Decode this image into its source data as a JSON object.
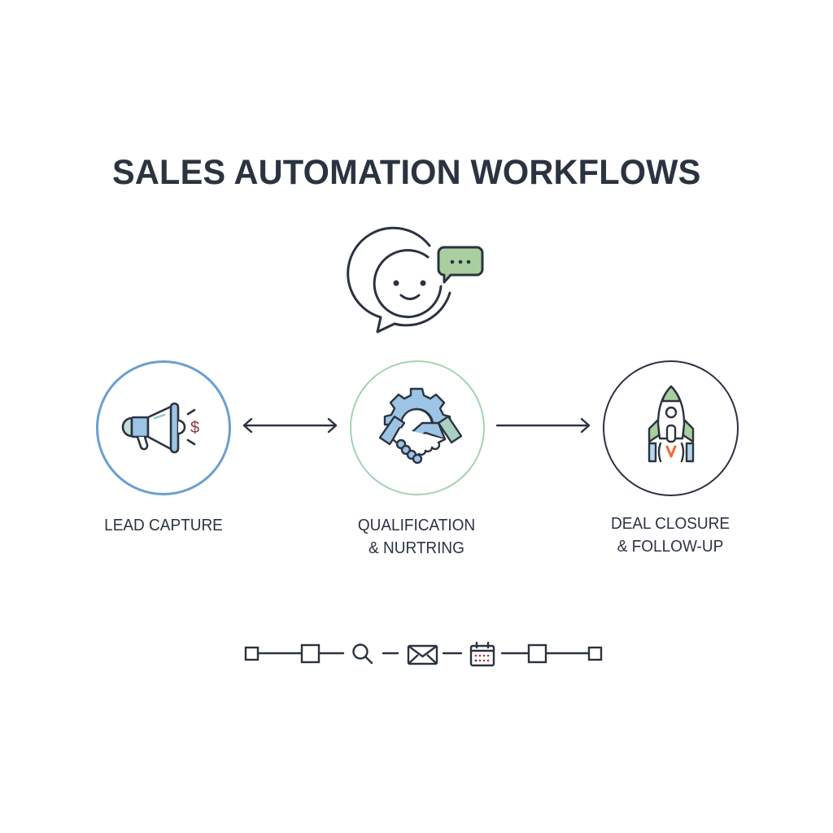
{
  "title": "SALES AUTOMATION WORKFLOWS",
  "header_icon": "chat-smiley-icon",
  "colors": {
    "ink": "#2b3340",
    "blue_ring": "#6a9fcf",
    "green_ring": "#a3d3b0",
    "icon_blue": "#9cc4e4",
    "icon_green": "#a9cf9f",
    "dollar_red": "#8a3a4a",
    "flame_orange": "#f06a3a",
    "calendar_dot_red": "#b0333f"
  },
  "stages": [
    {
      "id": "lead-capture",
      "label": "LEAD CAPTURE",
      "icon": "megaphone-icon"
    },
    {
      "id": "qualification",
      "label": "QUALIFICATION\n& NURTRING",
      "icon": "handshake-gear-icon"
    },
    {
      "id": "deal-closure",
      "label": "DEAL CLOSURE\n& FOLLOW-UP",
      "icon": "rocket-icon"
    }
  ],
  "connectors": [
    {
      "from": "lead-capture",
      "to": "qualification",
      "type": "bidirectional-arrow"
    },
    {
      "from": "qualification",
      "to": "deal-closure",
      "type": "arrow"
    }
  ],
  "timeline": {
    "nodes": [
      "square-node",
      "square-node",
      "search-icon",
      "mail-icon",
      "calendar-icon",
      "square-node",
      "square-node"
    ]
  }
}
